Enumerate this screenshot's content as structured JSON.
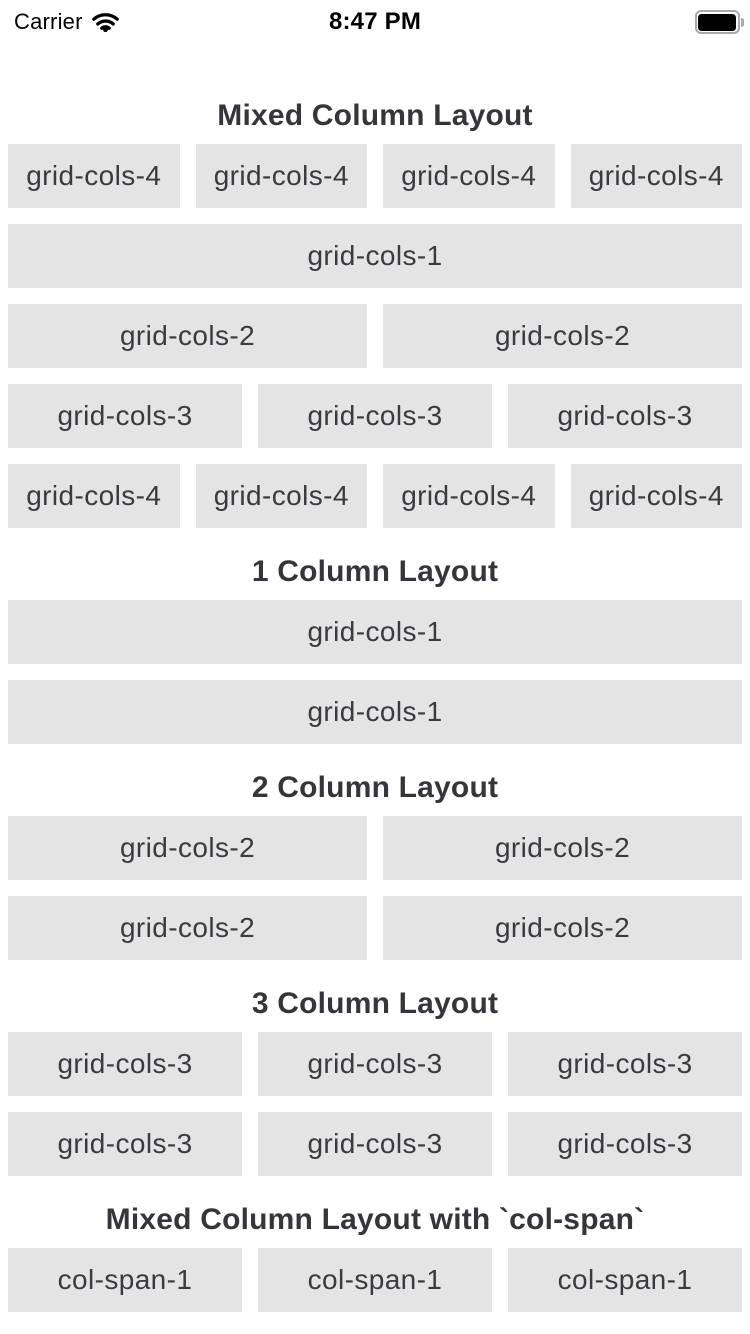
{
  "status_bar": {
    "carrier": "Carrier",
    "time": "8:47 PM",
    "wifi_icon": "wifi-icon",
    "battery_icon": "battery-icon",
    "battery_level": "full"
  },
  "colors": {
    "page_bg": "#ffffff",
    "cell_bg": "#e4e4e4",
    "cell_text": "#3a3a40",
    "heading_text": "#35353b",
    "status_text": "#000000",
    "battery_outline": "#a9a9a9"
  },
  "sections": [
    {
      "title": "Mixed Column Layout",
      "rows": [
        [
          "grid-cols-4",
          "grid-cols-4",
          "grid-cols-4",
          "grid-cols-4"
        ],
        [
          "grid-cols-1"
        ],
        [
          "grid-cols-2",
          "grid-cols-2"
        ],
        [
          "grid-cols-3",
          "grid-cols-3",
          "grid-cols-3"
        ],
        [
          "grid-cols-4",
          "grid-cols-4",
          "grid-cols-4",
          "grid-cols-4"
        ]
      ]
    },
    {
      "title": "1 Column Layout",
      "rows": [
        [
          "grid-cols-1"
        ],
        [
          "grid-cols-1"
        ]
      ]
    },
    {
      "title": "2 Column Layout",
      "rows": [
        [
          "grid-cols-2",
          "grid-cols-2"
        ],
        [
          "grid-cols-2",
          "grid-cols-2"
        ]
      ]
    },
    {
      "title": "3 Column Layout",
      "rows": [
        [
          "grid-cols-3",
          "grid-cols-3",
          "grid-cols-3"
        ],
        [
          "grid-cols-3",
          "grid-cols-3",
          "grid-cols-3"
        ]
      ]
    },
    {
      "title": "Mixed Column Layout with `col-span`",
      "rows": [
        [
          "col-span-1",
          "col-span-1",
          "col-span-1"
        ]
      ]
    }
  ]
}
